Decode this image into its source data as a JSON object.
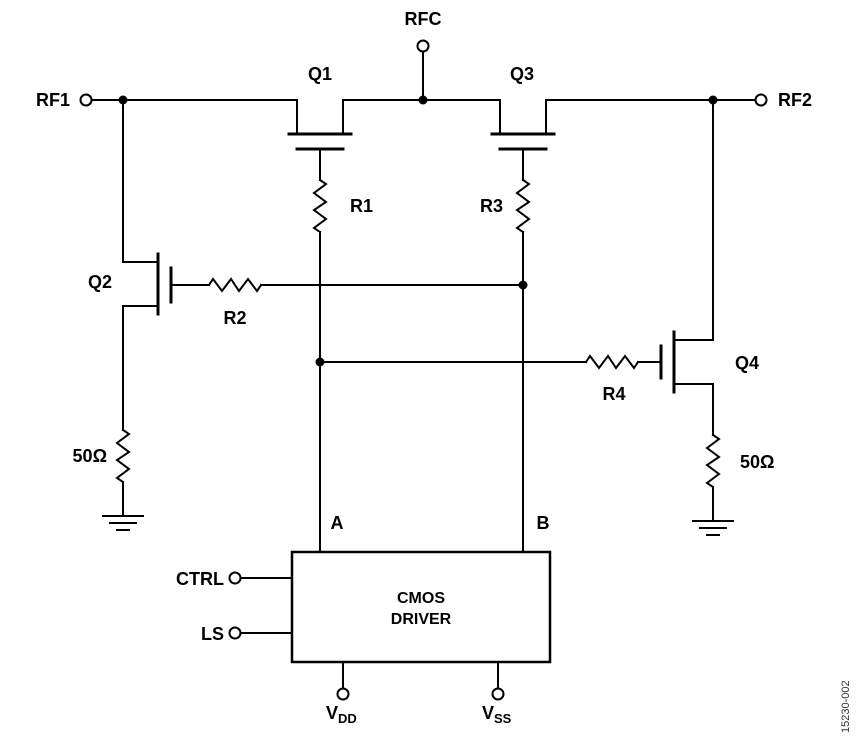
{
  "terminals": {
    "rfc": "RFC",
    "rf1": "RF1",
    "rf2": "RF2",
    "ctrl": "CTRL",
    "ls": "LS",
    "vdd_main": "V",
    "vdd_sub": "DD",
    "vss_main": "V",
    "vss_sub": "SS"
  },
  "transistors": {
    "q1": "Q1",
    "q2": "Q2",
    "q3": "Q3",
    "q4": "Q4"
  },
  "resistors": {
    "r1": "R1",
    "r2": "R2",
    "r3": "R3",
    "r4": "R4",
    "shunt_left": "50Ω",
    "shunt_right": "50Ω"
  },
  "driver": {
    "title_line1": "CMOS",
    "title_line2": "DRIVER",
    "input_a": "A",
    "input_b": "B"
  },
  "figure_number": "15230-002",
  "colors": {
    "line": "#000000",
    "background": "#ffffff"
  }
}
